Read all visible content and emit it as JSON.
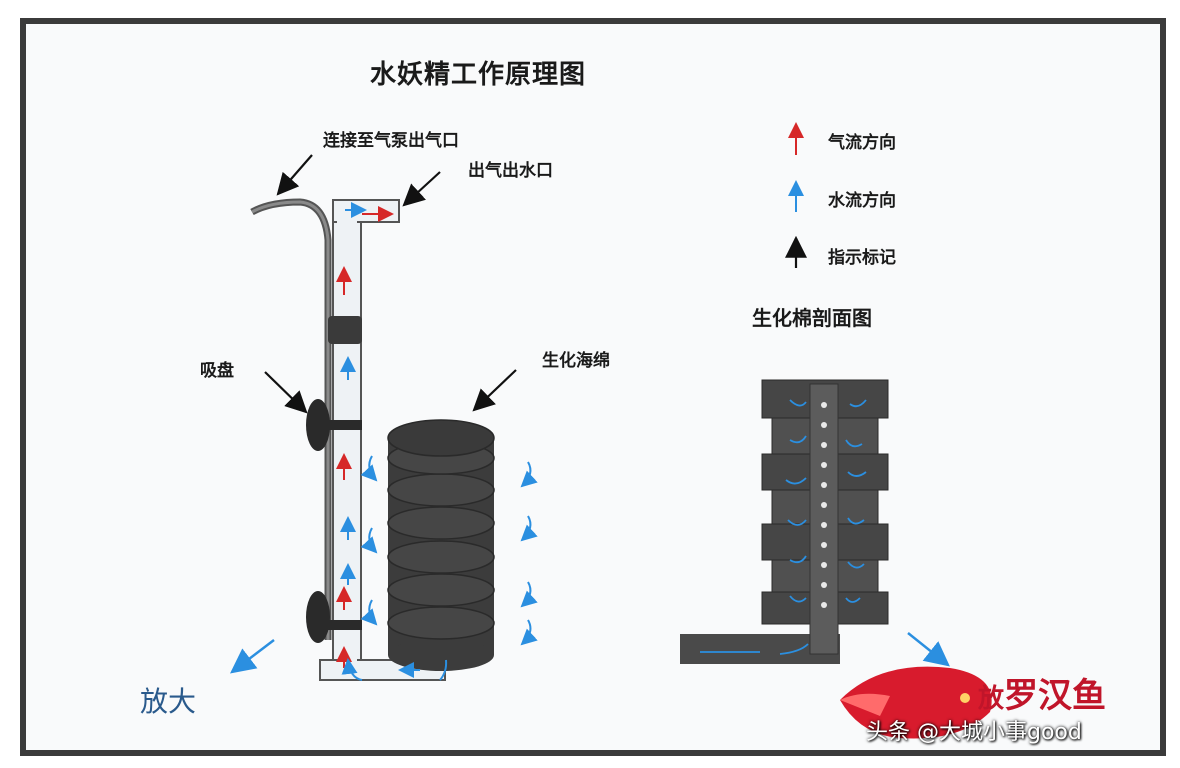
{
  "title": "水妖精工作原理图",
  "labels": {
    "air_pump_outlet": "连接至气泵出气口",
    "air_water_outlet": "出气出水口",
    "suction_cup": "吸盘",
    "bio_sponge": "生化海绵",
    "zoom": "放大",
    "cross_section_title": "生化棉剖面图"
  },
  "legend": [
    {
      "label": "气流方向",
      "color": "#d62828"
    },
    {
      "label": "水流方向",
      "color": "#2b8fe0"
    },
    {
      "label": "指示标记",
      "color": "#111111"
    }
  ],
  "brand": {
    "prefix": "放",
    "name": "罗汉鱼"
  },
  "watermark": "头条 @大城小事good",
  "colors": {
    "air": "#d62828",
    "water": "#2b8fe0",
    "sponge": "#454545",
    "frame": "#3b3b3b"
  }
}
